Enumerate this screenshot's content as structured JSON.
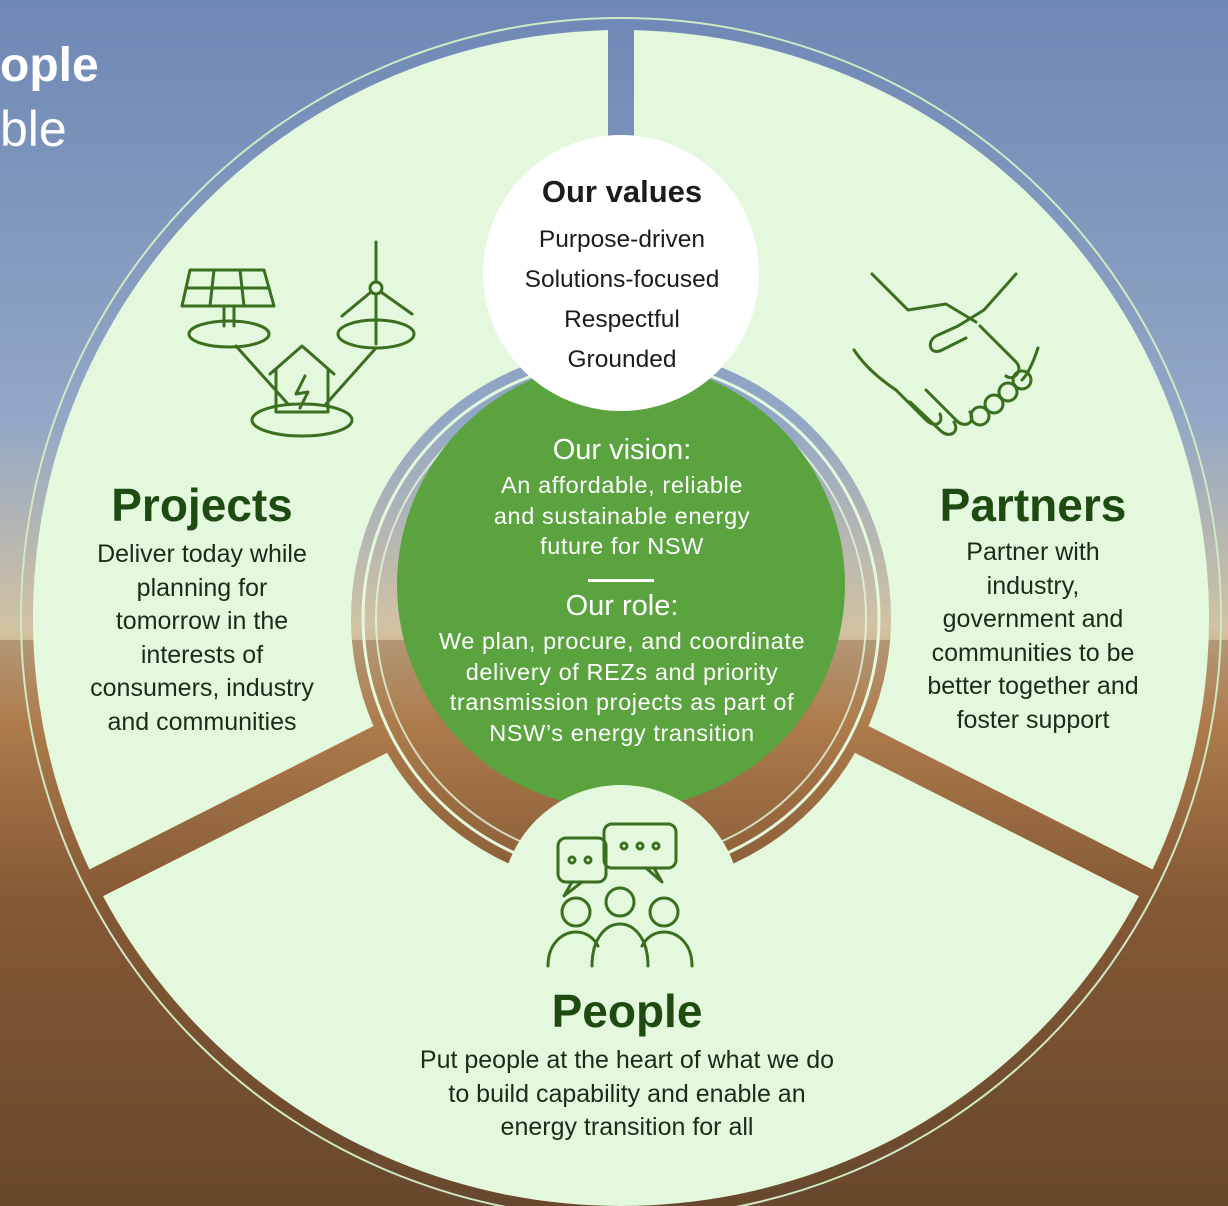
{
  "page": {
    "title_line1": "ople",
    "title_line2": "ble"
  },
  "values": {
    "title": "Our values",
    "items": [
      "Purpose-driven",
      "Solutions-focused",
      "Respectful",
      "Grounded"
    ]
  },
  "vision": {
    "title": "Our vision:",
    "lines": [
      "An affordable, reliable",
      "and sustainable energy",
      "future for NSW"
    ]
  },
  "role": {
    "title": "Our role:",
    "lines": [
      "We plan, procure, and coordinate",
      "delivery of REZs and priority",
      "transmission projects as part of",
      "NSW’s energy transition"
    ]
  },
  "projects": {
    "title": "Projects",
    "lines": [
      "Deliver today while",
      "planning for",
      "tomorrow in the",
      "interests of",
      "consumers, industry",
      "and communities"
    ],
    "icon": "renewable-energy-icon"
  },
  "partners": {
    "title": "Partners",
    "lines": [
      "Partner with",
      "industry,",
      "government and",
      "communities to be",
      "better together and",
      "foster support"
    ],
    "icon": "handshake-icon"
  },
  "people": {
    "title": "People",
    "lines": [
      "Put people at the heart of what we do",
      "to build capability and enable an",
      "energy transition for all"
    ],
    "icon": "people-chat-icon"
  },
  "colors": {
    "segment_fill": "#e3f8dd",
    "vision_circle": "#5aa33f",
    "heading_green": "#1f4a12",
    "icon_green": "#3b6e1f"
  }
}
